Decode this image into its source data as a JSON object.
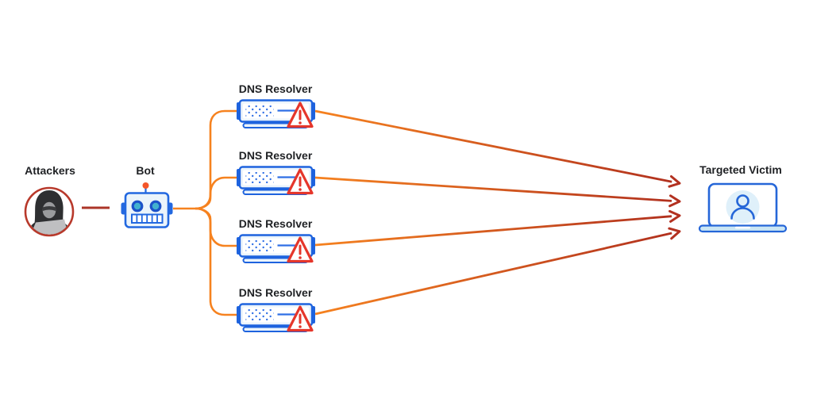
{
  "diagram": {
    "type": "dns-amplification-ddos-attack",
    "background": "#FFFFFF"
  },
  "nodes": {
    "attackers": {
      "label": "Attackers",
      "icon": "hacker-in-red-circle-icon"
    },
    "bot": {
      "label": "Bot",
      "icon": "robot-icon"
    },
    "resolvers": [
      {
        "label": "DNS Resolver",
        "icon": "server-icon",
        "badge": "warning-triangle-icon"
      },
      {
        "label": "DNS Resolver",
        "icon": "server-icon",
        "badge": "warning-triangle-icon"
      },
      {
        "label": "DNS Resolver",
        "icon": "server-icon",
        "badge": "warning-triangle-icon"
      },
      {
        "label": "DNS Resolver",
        "icon": "server-icon",
        "badge": "warning-triangle-icon"
      }
    ],
    "victim": {
      "label": "Targeted Victim",
      "icon": "laptop-user-icon"
    }
  },
  "connections": {
    "attacker_to_bot": {
      "style": "solid-line",
      "color": "#AC3528"
    },
    "bot_to_resolvers": {
      "style": "branching-curves",
      "color": "#F6821F",
      "count": 4
    },
    "resolvers_to_victim": {
      "style": "gradient-arrows",
      "gradient_from": "#F6821F",
      "gradient_to": "#B02F1E",
      "count": 4
    }
  },
  "colors": {
    "label_text": "#1F2124",
    "orange": "#F6821F",
    "dark_red_arrow": "#B33120",
    "attacker_circle_red": "#B8392B",
    "server_blue": "#1E63DE",
    "server_fill": "#EBF4FC",
    "dot_blue": "#2F6FE5",
    "warning_red": "#E5362B",
    "robot_blue": "#2268E0",
    "robot_eye_teal": "#42B1CE",
    "laptop_blue": "#2566D8",
    "laptop_circle_fill": "#DFF0FA",
    "laptop_base_fill": "#CBE6F4",
    "hoodie_dark": "#2E2F31",
    "face_gray": "#9A9B9D",
    "laptop_gray": "#BFBFC1"
  }
}
